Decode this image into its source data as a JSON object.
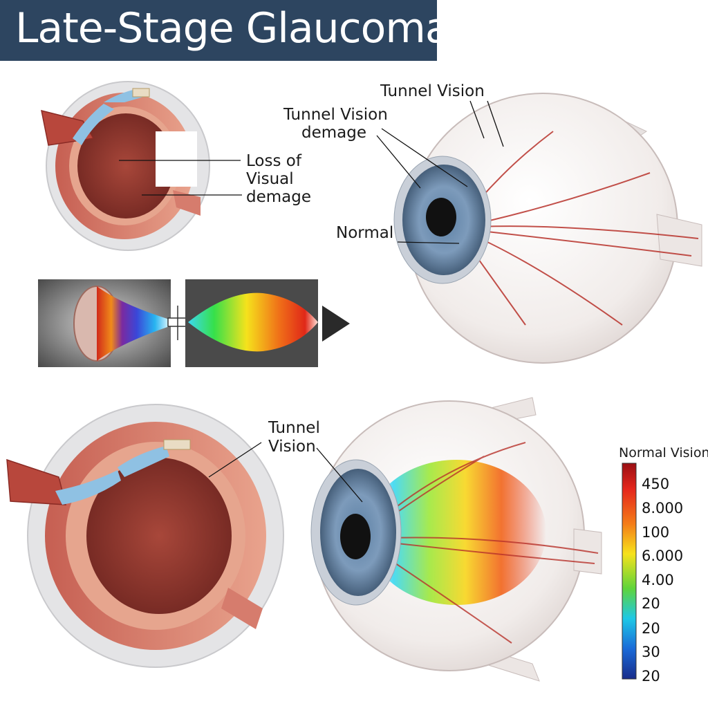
{
  "title": "Late-Stage Glaucoma",
  "labels": {
    "loss_visual": [
      "Loss of",
      "Visual",
      "demage"
    ],
    "tunnel_vision_top": "Tunnel Vision",
    "tunnel_vision_damage": [
      "Tunnel Vision",
      "demage"
    ],
    "normal": "Normal",
    "tunnel_vision_bottom": [
      "Tunnel",
      "Vision"
    ]
  },
  "colorbar": {
    "title": "Normal Vision",
    "ticks": [
      "450",
      "8.000",
      "100",
      "6.000",
      "4.00",
      "20",
      "20",
      "30",
      "20"
    ]
  }
}
